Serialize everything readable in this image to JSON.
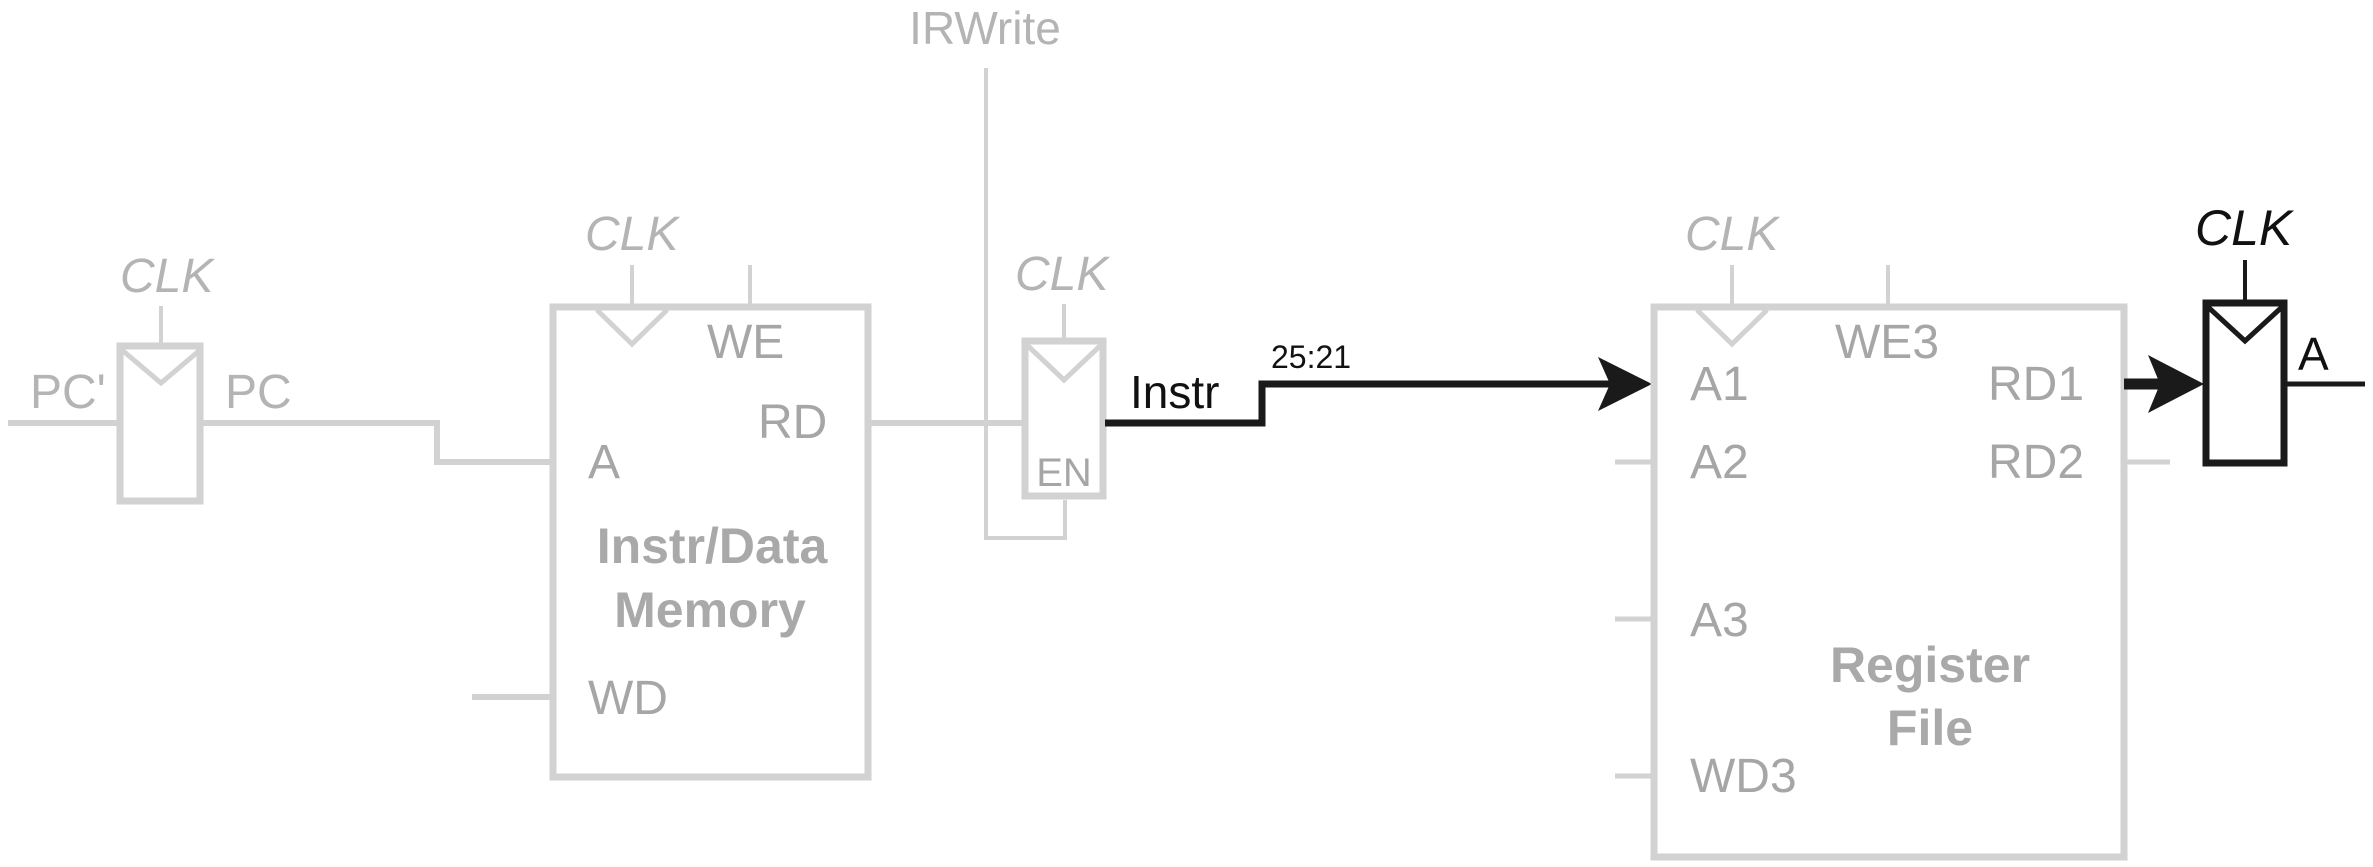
{
  "diagram": {
    "pc_flop": {
      "clk": "CLK",
      "in_label": "PC'",
      "out_label": "PC"
    },
    "memory": {
      "clk": "CLK",
      "title_line1": "Instr/Data",
      "title_line2": "Memory",
      "ports": {
        "we": "WE",
        "a": "A",
        "rd": "RD",
        "wd": "WD"
      }
    },
    "instr_reg": {
      "clk": "CLK",
      "enable_signal": "IRWrite",
      "en": "EN",
      "out_label": "Instr"
    },
    "bus_slice": "25:21",
    "register_file": {
      "clk": "CLK",
      "title_line1": "Register",
      "title_line2": "File",
      "ports": {
        "a1": "A1",
        "a2": "A2",
        "a3": "A3",
        "wd3": "WD3",
        "we3": "WE3",
        "rd1": "RD1",
        "rd2": "RD2"
      }
    },
    "a_reg": {
      "clk": "CLK",
      "out_label": "A"
    },
    "colors": {
      "inactive": "#d2d2d2",
      "active": "#1a1a1a",
      "inactive_text": "#aaaaaa"
    }
  }
}
